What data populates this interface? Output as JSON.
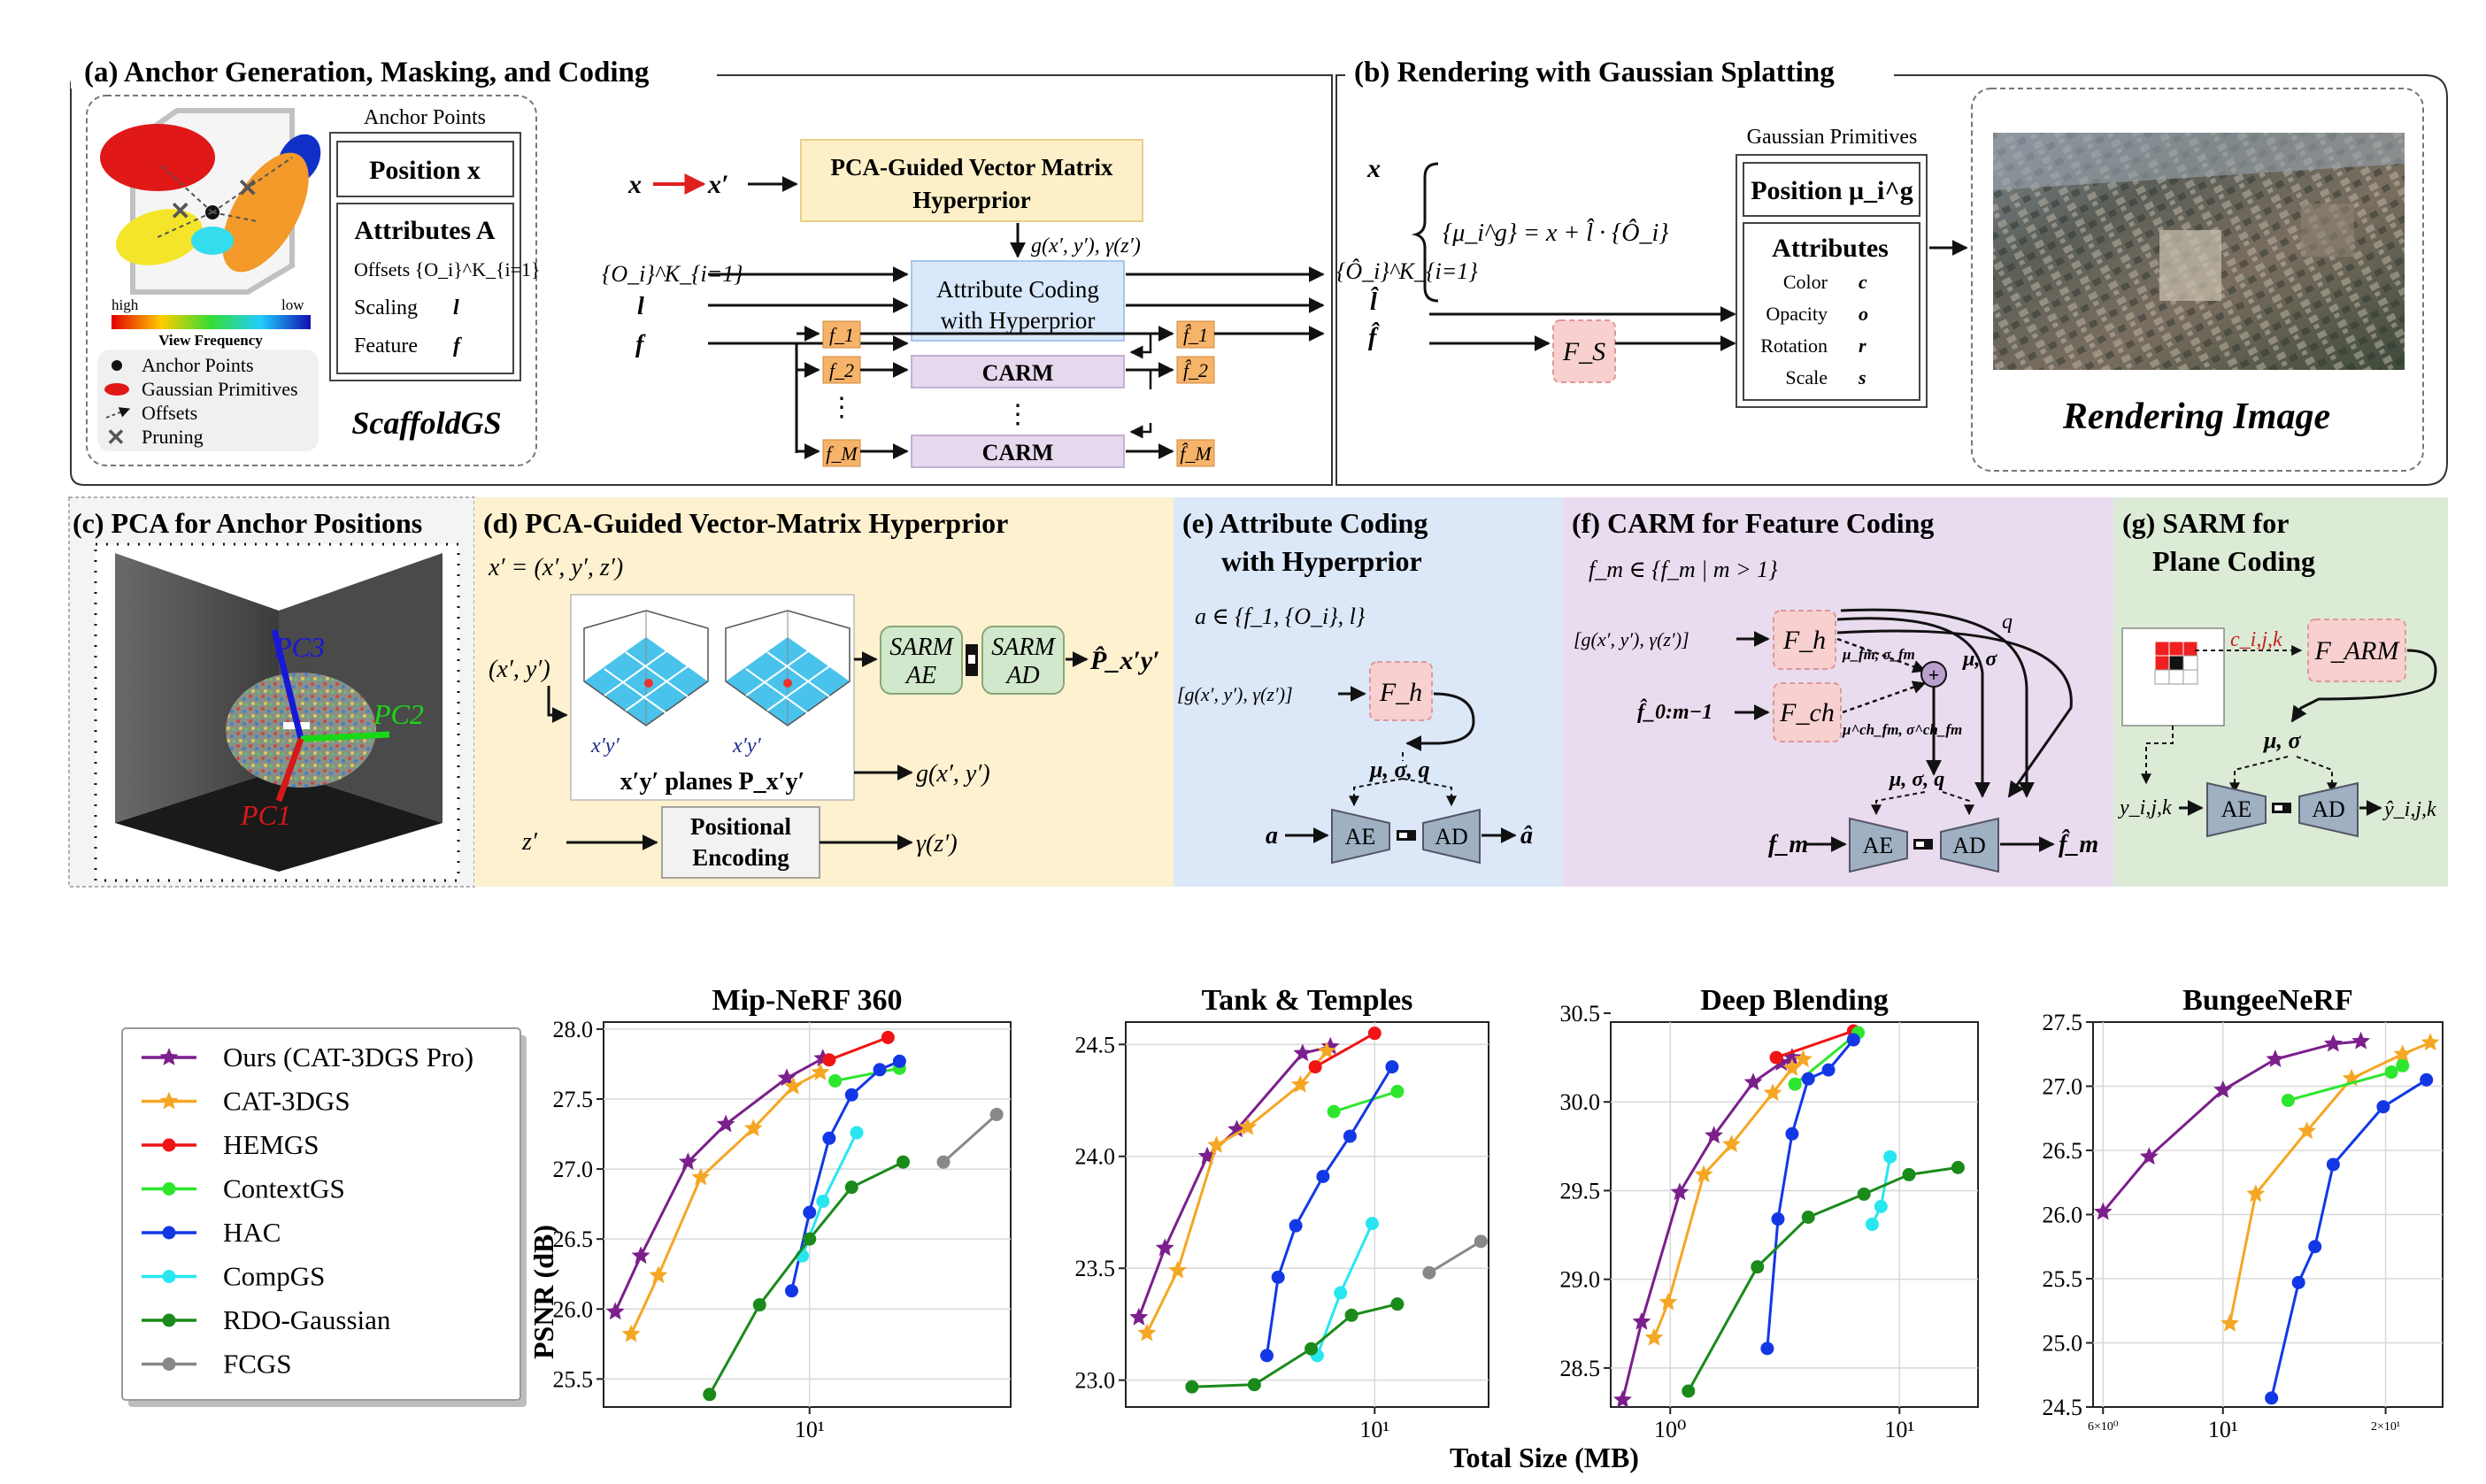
{
  "panel_a": {
    "title": "(a) Anchor Generation, Masking, and Coding",
    "anchor_points_title": "Anchor Points",
    "position": "Position x",
    "attributes": "Attributes A",
    "offsets": "Offsets {O_i}^K_{i=1}",
    "scaling": "Scaling",
    "scaling_sym": "l",
    "feature": "Feature",
    "feature_sym": "f",
    "high": "high",
    "low": "low",
    "view_frequency": "View Frequency",
    "legend": [
      "Anchor Points",
      "Gaussian Primitives",
      "Offsets",
      "Pruning"
    ],
    "scaffold": "ScaffoldGS",
    "x_in": "x",
    "x_prime": "x′",
    "pca_box": [
      "PCA-Guided Vector Matrix",
      "Hyperprior"
    ],
    "g_label": "g(x′, y′), γ(z′)",
    "o_in": "{O_i}^K_{i=1}",
    "l_in": "l",
    "f_in": "f",
    "attr_box": [
      "Attribute Coding",
      "with Hyperprior"
    ],
    "f1": "f_1",
    "f2": "f_2",
    "fM": "f_M",
    "carm": "CARM",
    "fh1": "f̂_1",
    "fh2": "f̂_2",
    "fhM": "f̂_M",
    "dots": "⋮"
  },
  "panel_b": {
    "title": "(b) Rendering with Gaussian Splatting",
    "x": "x",
    "o_hat": "{Ô_i}^K_{i=1}",
    "l_hat": "l̂",
    "f_hat": "f̂",
    "eq": "{μ_i^g} = x + l̂ · {Ô_i}",
    "fs": "F_S",
    "gp_title": "Gaussian Primitives",
    "position": "Position μ_i^g",
    "attributes": "Attributes",
    "color": "Color",
    "color_sym": "c",
    "opacity": "Opacity",
    "opacity_sym": "o",
    "rotation": "Rotation",
    "rotation_sym": "r",
    "scale": "Scale",
    "scale_sym": "s",
    "render": "Rendering Image"
  },
  "panel_c": {
    "title": "(c) PCA for Anchor Positions",
    "pc1": "PC1",
    "pc2": "PC2",
    "pc3": "PC3"
  },
  "panel_d": {
    "title": "(d) PCA-Guided Vector-Matrix Hyperprior",
    "eq": "x′ = (x′, y′, z′)",
    "xy_in": "(x′, y′)",
    "xy_label": "x′y′",
    "planes": "x′y′ planes P_x′y′",
    "sarm_ae": [
      "SARM",
      "AE"
    ],
    "sarm_ad": [
      "SARM",
      "AD"
    ],
    "p_hat": "P̂_x′y′",
    "g_out": "g(x′, y′)",
    "z_in": "z′",
    "pos_enc": [
      "Positional",
      "Encoding"
    ],
    "gamma_out": "γ(z′)"
  },
  "panel_e": {
    "title": [
      "(e) Attribute Coding",
      "with Hyperprior"
    ],
    "set": "a ∈ {f_1, {O_i}, l}",
    "cond": "[g(x′, y′), γ(z′)]",
    "fh": "F_h",
    "params": "μ, σ, q",
    "a": "a",
    "ae": "AE",
    "ad": "AD",
    "a_hat": "â"
  },
  "panel_f": {
    "title": "(f) CARM for Feature Coding",
    "set": "f_m ∈ {f_m | m > 1}",
    "cond": "[g(x′, y′), γ(z′)]",
    "fh": "F_h",
    "fch": "F_ch",
    "prev": "f̂_0:m−1",
    "mu_s": "μ_fm, σ_fm",
    "mu_ch": "μ^ch_fm, σ^ch_fm",
    "mu_sig": "μ, σ",
    "q": "q",
    "params": "μ, σ, q",
    "fm": "f_m",
    "ae": "AE",
    "ad": "AD",
    "fm_hat": "f̂_m"
  },
  "panel_g": {
    "title": [
      "(g) SARM for",
      "Plane Coding"
    ],
    "c": "c_i,j,k",
    "farm": "F_ARM",
    "params": "μ, σ",
    "y": "y_i,j,k",
    "ae": "AE",
    "ad": "AD",
    "y_hat": "ŷ_i,j,k"
  },
  "colors": {
    "ours": "#7b1f8c",
    "cat3dgs": "#f5a623",
    "hemgs": "#f01414",
    "contextgs": "#2ee62e",
    "hac": "#1238e6",
    "compgs": "#28e6f0",
    "rdo": "#1a8a1a",
    "fcgs": "#888888",
    "pca_fill": "#fdf0c8",
    "attr_fill": "#d9e8fa",
    "carm_fill": "#e6d8ee",
    "fs_fill": "#f8d0d0",
    "panel_d_bg": "#fdf1d0",
    "panel_e_bg": "#dce8f8",
    "panel_f_bg": "#e9dcef",
    "panel_g_bg": "#dcebd6"
  },
  "charts": {
    "ylabel": "PSNR (dB)",
    "xlabel": "Total Size (MB)"
  },
  "chart_data": [
    {
      "type": "line",
      "title": "Mip-NeRF 360",
      "x_scale": "log",
      "xlim": [
        2.3,
        42
      ],
      "ylim": [
        25.3,
        28.05
      ],
      "yticks": [
        25.5,
        26.0,
        26.5,
        27.0,
        27.5,
        28.0
      ],
      "ytick_labels": [
        "25.5",
        "26.0",
        "26.5",
        "27.0",
        "27.5",
        "28.0"
      ],
      "xticks": [
        10
      ],
      "xtick_labels": [
        "10¹"
      ],
      "series": [
        {
          "name": "Ours (CAT-3DGS Pro)",
          "x": [
            2.5,
            3.0,
            4.2,
            5.5,
            8.5,
            11
          ],
          "y": [
            25.98,
            26.38,
            27.05,
            27.32,
            27.65,
            27.79
          ]
        },
        {
          "name": "CAT-3DGS",
          "x": [
            2.8,
            3.4,
            4.6,
            6.7,
            8.9,
            10.8
          ],
          "y": [
            25.82,
            26.24,
            26.94,
            27.29,
            27.59,
            27.69
          ]
        },
        {
          "name": "HEMGS",
          "x": [
            11.5,
            17.5
          ],
          "y": [
            27.78,
            27.94
          ]
        },
        {
          "name": "ContextGS",
          "x": [
            12.0,
            19.0
          ],
          "y": [
            27.63,
            27.72
          ]
        },
        {
          "name": "HAC",
          "x": [
            8.8,
            10.0,
            11.5,
            13.5,
            16.5,
            19.0
          ],
          "y": [
            26.13,
            26.69,
            27.22,
            27.53,
            27.71,
            27.77
          ]
        },
        {
          "name": "CompGS",
          "x": [
            9.5,
            11.0,
            14.0
          ],
          "y": [
            26.38,
            26.77,
            27.26
          ]
        },
        {
          "name": "RDO-Gaussian",
          "x": [
            4.9,
            7.0,
            10.0,
            13.5,
            19.5
          ],
          "y": [
            25.39,
            26.03,
            26.5,
            26.87,
            27.05
          ]
        },
        {
          "name": "FCGS",
          "x": [
            26,
            38
          ],
          "y": [
            27.05,
            27.39
          ]
        }
      ]
    },
    {
      "type": "line",
      "title": "Tank & Temples",
      "x_scale": "log",
      "xlim": [
        1.35,
        25
      ],
      "ylim": [
        22.88,
        24.6
      ],
      "yticks": [
        23.0,
        23.5,
        24.0,
        24.5
      ],
      "ytick_labels": [
        "23.0",
        "23.5",
        "24.0",
        "24.5"
      ],
      "xticks": [
        10
      ],
      "xtick_labels": [
        "10¹"
      ],
      "series": [
        {
          "name": "Ours (CAT-3DGS Pro)",
          "x": [
            1.5,
            1.85,
            2.6,
            3.3,
            5.6,
            7.0
          ],
          "y": [
            23.28,
            23.59,
            24.0,
            24.12,
            24.46,
            24.49
          ]
        },
        {
          "name": "CAT-3DGS",
          "x": [
            1.6,
            2.05,
            2.8,
            3.6,
            5.5,
            6.8
          ],
          "y": [
            23.21,
            23.49,
            24.05,
            24.13,
            24.32,
            24.47
          ]
        },
        {
          "name": "HEMGS",
          "x": [
            6.2,
            10.0
          ],
          "y": [
            24.4,
            24.55
          ]
        },
        {
          "name": "ContextGS",
          "x": [
            7.2,
            12.0
          ],
          "y": [
            24.2,
            24.29
          ]
        },
        {
          "name": "HAC",
          "x": [
            4.2,
            4.6,
            5.3,
            6.6,
            8.2,
            11.5
          ],
          "y": [
            23.11,
            23.46,
            23.69,
            23.91,
            24.09,
            24.4
          ]
        },
        {
          "name": "CompGS",
          "x": [
            6.3,
            7.6,
            9.8
          ],
          "y": [
            23.11,
            23.39,
            23.7
          ]
        },
        {
          "name": "RDO-Gaussian",
          "x": [
            2.3,
            3.8,
            6.0,
            8.3,
            12.0
          ],
          "y": [
            22.97,
            22.98,
            23.14,
            23.29,
            23.34
          ]
        },
        {
          "name": "FCGS",
          "x": [
            15.5,
            23.5
          ],
          "y": [
            23.48,
            23.62
          ]
        }
      ]
    },
    {
      "type": "line",
      "title": "Deep Blending",
      "x_scale": "log",
      "xlim": [
        0.55,
        22
      ],
      "ylim": [
        28.28,
        30.45
      ],
      "yticks": [
        28.5,
        29.0,
        29.5,
        30.0,
        30.5
      ],
      "ytick_labels": [
        "28.5",
        "29.0",
        "29.5",
        "30.0",
        "30.5"
      ],
      "xticks": [
        1,
        10
      ],
      "xtick_labels": [
        "10⁰",
        "10¹"
      ],
      "series": [
        {
          "name": "Ours (CAT-3DGS Pro)",
          "x": [
            0.62,
            0.75,
            1.1,
            1.55,
            2.3,
            3.05,
            3.4
          ],
          "y": [
            28.32,
            28.76,
            29.49,
            29.81,
            30.11,
            30.22,
            30.25
          ]
        },
        {
          "name": "CAT-3DGS",
          "x": [
            0.85,
            0.98,
            1.4,
            1.85,
            2.8,
            3.4,
            3.8
          ],
          "y": [
            28.67,
            28.87,
            29.59,
            29.76,
            30.05,
            30.19,
            30.24
          ]
        },
        {
          "name": "HEMGS",
          "x": [
            2.9,
            6.3
          ],
          "y": [
            30.25,
            30.4
          ]
        },
        {
          "name": "ContextGS",
          "x": [
            3.5,
            6.6
          ],
          "y": [
            30.1,
            30.39
          ]
        },
        {
          "name": "HAC",
          "x": [
            2.65,
            2.95,
            3.4,
            4.0,
            4.9,
            6.3
          ],
          "y": [
            28.61,
            29.34,
            29.82,
            30.13,
            30.18,
            30.35
          ]
        },
        {
          "name": "CompGS",
          "x": [
            7.6,
            8.3,
            9.1
          ],
          "y": [
            29.31,
            29.41,
            29.69
          ]
        },
        {
          "name": "RDO-Gaussian",
          "x": [
            1.2,
            2.4,
            4.0,
            7.0,
            11.0,
            18.0
          ],
          "y": [
            28.37,
            29.07,
            29.35,
            29.48,
            29.59,
            29.63
          ]
        }
      ]
    },
    {
      "type": "line",
      "title": "BungeeNeRF",
      "x_scale": "log",
      "xlim": [
        5.75,
        25.5
      ],
      "ylim": [
        24.5,
        27.5
      ],
      "yticks": [
        24.5,
        25.0,
        25.5,
        26.0,
        26.5,
        27.0,
        27.5
      ],
      "ytick_labels": [
        "24.5",
        "25.0",
        "25.5",
        "26.0",
        "26.5",
        "27.0",
        "27.5"
      ],
      "xticks": [
        6,
        10,
        20
      ],
      "xtick_labels": [
        "6×10⁰",
        "10¹",
        "2×10¹"
      ],
      "series": [
        {
          "name": "Ours (CAT-3DGS Pro)",
          "x": [
            6.0,
            7.3,
            10.0,
            12.5,
            16.0,
            18.0
          ],
          "y": [
            26.02,
            26.45,
            26.97,
            27.21,
            27.33,
            27.35
          ]
        },
        {
          "name": "CAT-3DGS",
          "x": [
            10.3,
            11.5,
            14.3,
            17.3,
            21.5,
            24.2
          ],
          "y": [
            25.15,
            26.16,
            26.65,
            27.06,
            27.25,
            27.34
          ]
        },
        {
          "name": "ContextGS",
          "x": [
            13.2,
            20.5,
            21.5
          ],
          "y": [
            26.89,
            27.11,
            27.16
          ]
        },
        {
          "name": "HAC",
          "x": [
            12.3,
            13.8,
            14.8,
            16.0,
            19.8,
            23.8
          ],
          "y": [
            24.57,
            25.47,
            25.75,
            26.39,
            26.84,
            27.05
          ]
        }
      ]
    }
  ]
}
